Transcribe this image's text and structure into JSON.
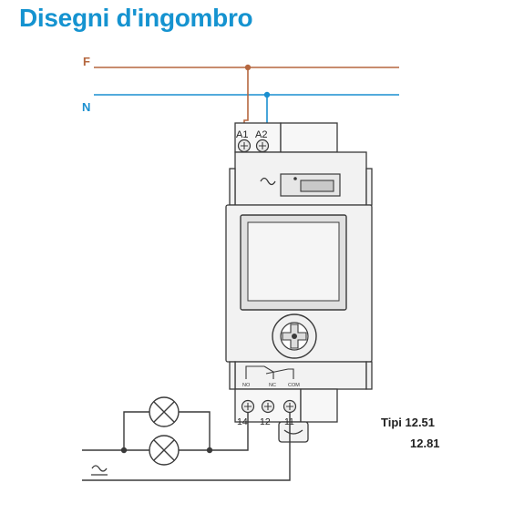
{
  "title": "Disegni d'ingombro",
  "lines": {
    "phase_label": "F",
    "neutral_label": "N",
    "phase_color": "#b5673f",
    "neutral_color": "#1a8fd0"
  },
  "terminals": {
    "top": [
      "A1",
      "A2"
    ],
    "bottom": [
      "14",
      "12",
      "11"
    ]
  },
  "contact_labels": [
    "NO",
    "NC",
    "COM"
  ],
  "ac_symbol": "~",
  "types": [
    "Tipi 12.51",
    "12.81"
  ],
  "colors": {
    "title": "#1593d0",
    "line": "#3a3a3a",
    "device_fill": "#f2f2f2"
  }
}
